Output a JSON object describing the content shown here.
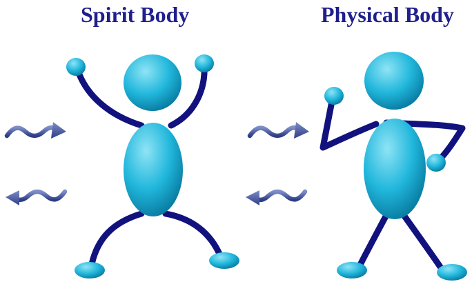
{
  "titles": {
    "spirit": "Spirit Body",
    "physical": "Physical Body"
  },
  "colors": {
    "title": "#1f1f8c",
    "limb": "#12127e",
    "body_light": "#8fe4f5",
    "body_mid": "#21b7dc",
    "body_dark": "#07779d",
    "arrow_light": "#7d8ec7",
    "arrow_dark": "#2f3d86"
  },
  "icons": {
    "figures": [
      "spirit-body-figure",
      "physical-body-figure"
    ],
    "arrows": [
      "wavy-arrow-right-icon",
      "wavy-arrow-left-icon"
    ]
  }
}
